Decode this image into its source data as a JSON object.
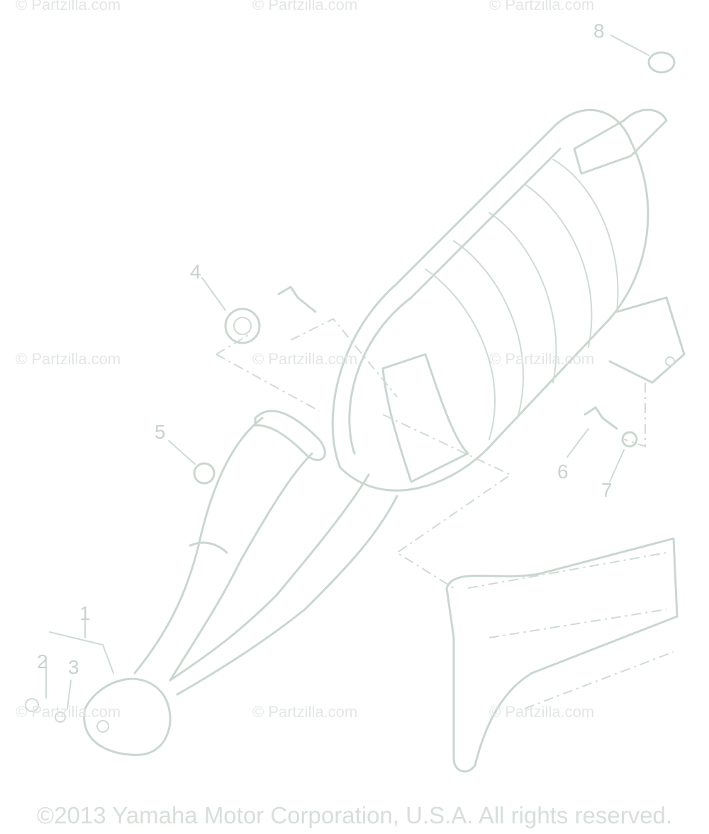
{
  "watermarks": [
    "© Partzilla.com",
    "© Partzilla.com",
    "© Partzilla.com",
    "© Partzilla.com",
    "© Partzilla.com",
    "© Partzilla.com",
    "© Partzilla.com",
    "© Partzilla.com",
    "© Partzilla.com"
  ],
  "callouts": [
    "1",
    "2",
    "3",
    "4",
    "5",
    "6",
    "7",
    "8"
  ],
  "copyright": "©2013 Yamaha Motor Corporation, U.S.A. All rights reserved."
}
